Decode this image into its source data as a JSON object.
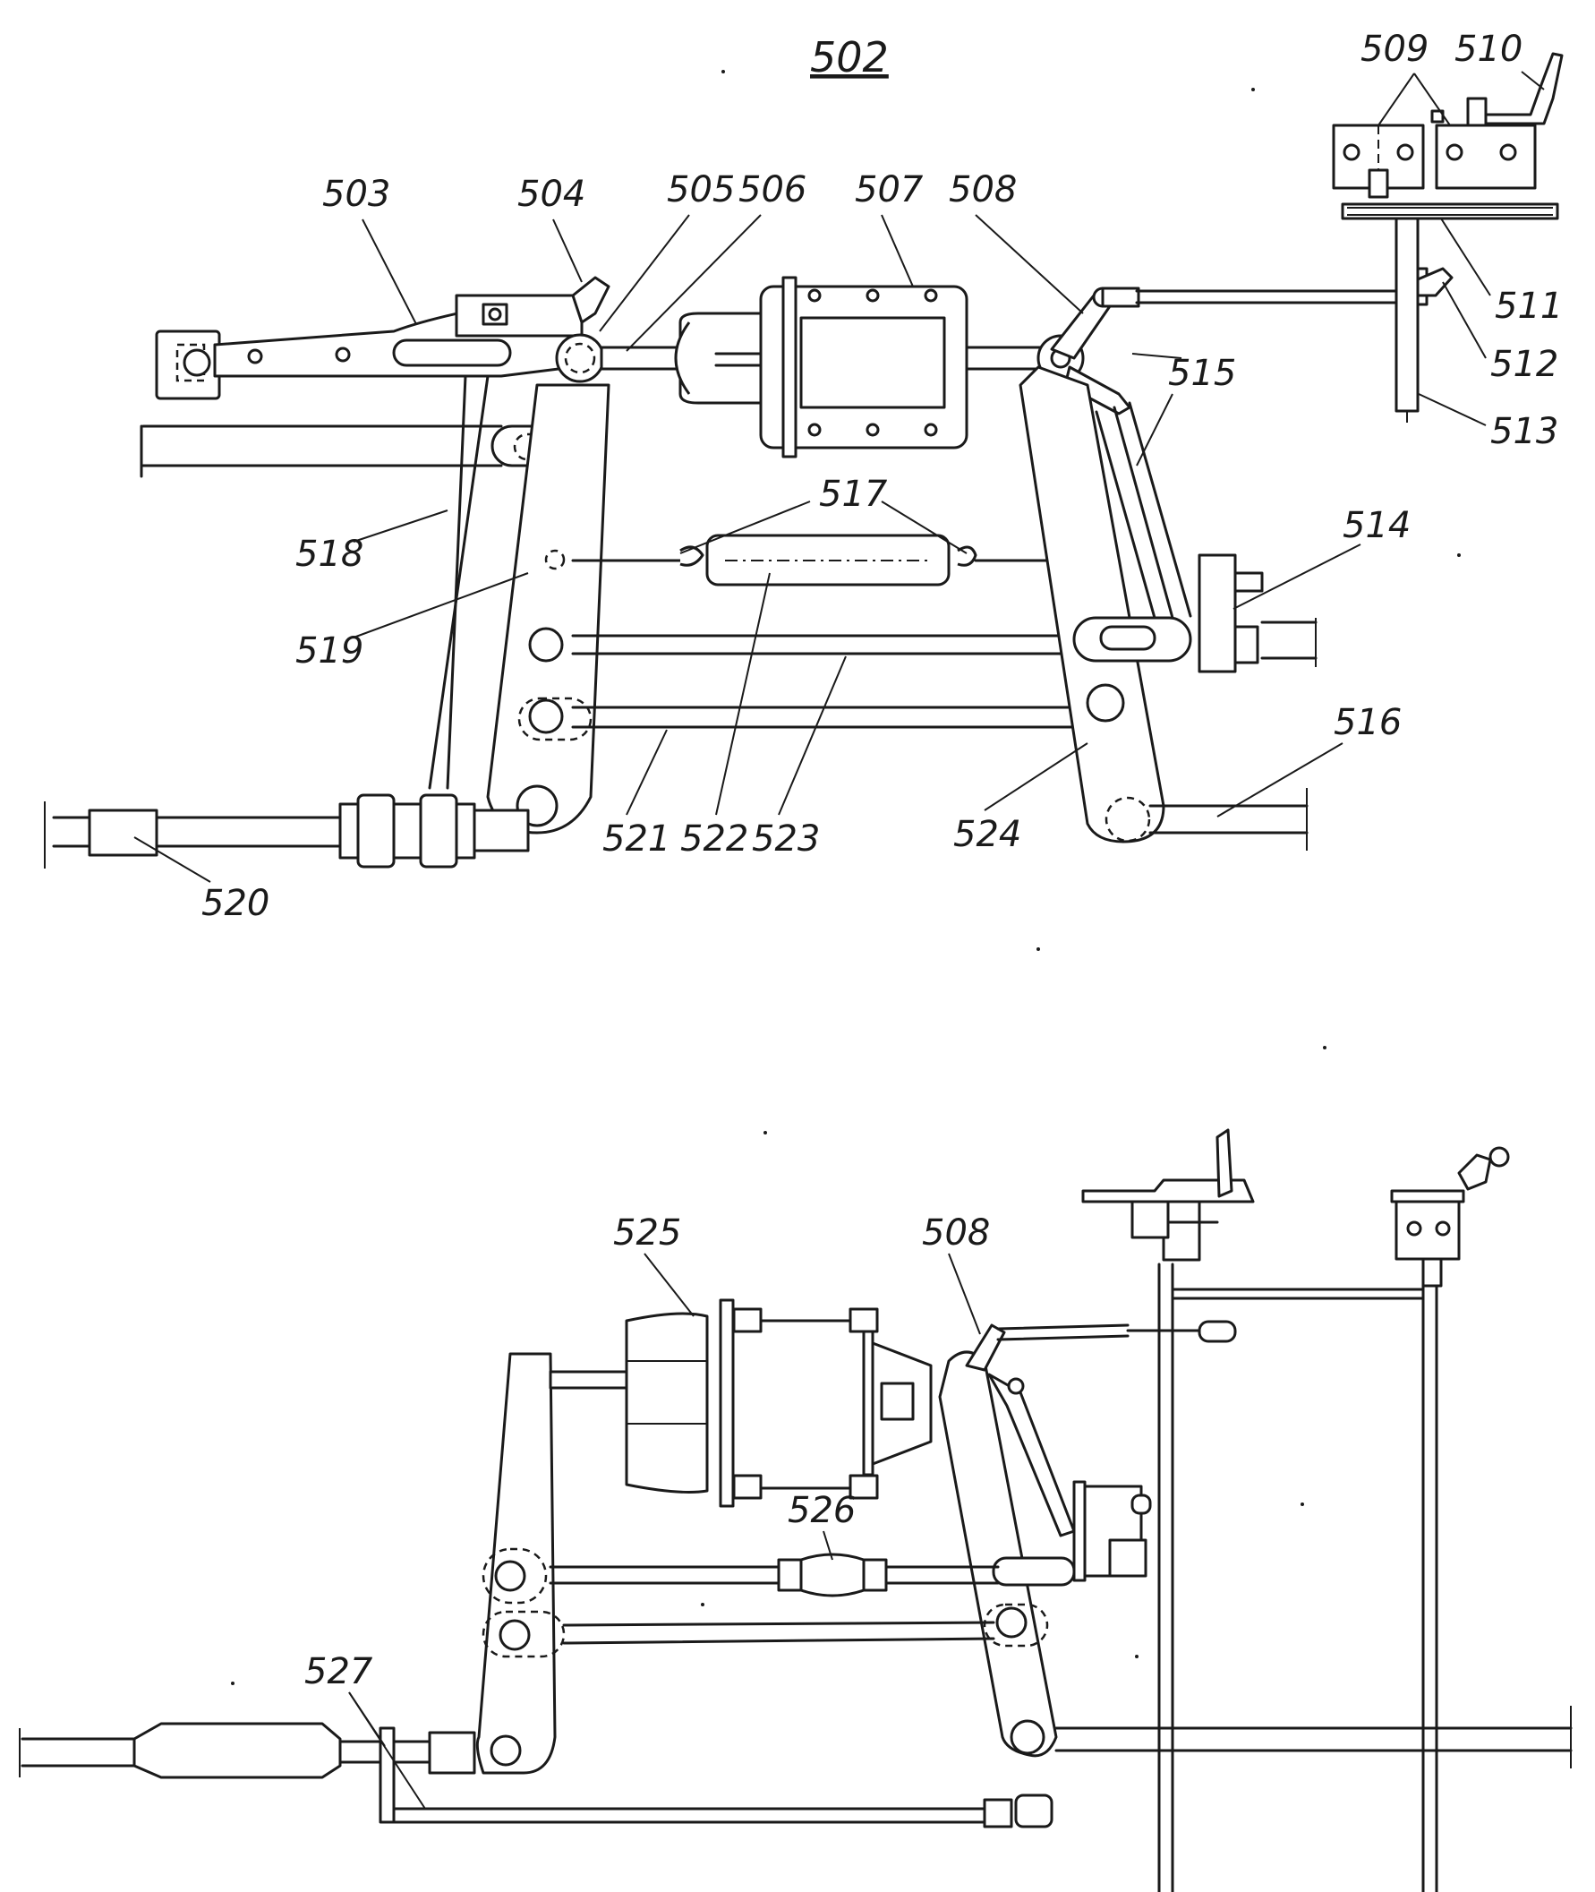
{
  "figure": {
    "title": "502",
    "labels_top": {
      "l503": "503",
      "l504": "504",
      "l505": "505",
      "l506": "506",
      "l507": "507",
      "l508": "508",
      "l509": "509",
      "l510": "510",
      "l511": "511",
      "l512": "512",
      "l513": "513",
      "l514": "514",
      "l515": "515",
      "l516": "516",
      "l517": "517",
      "l518": "518",
      "l519": "519",
      "l520": "520",
      "l521": "521",
      "l522": "522",
      "l523": "523",
      "l524": "524"
    },
    "labels_bottom": {
      "l525": "525",
      "l508": "508",
      "l526": "526",
      "l527": "527"
    }
  }
}
